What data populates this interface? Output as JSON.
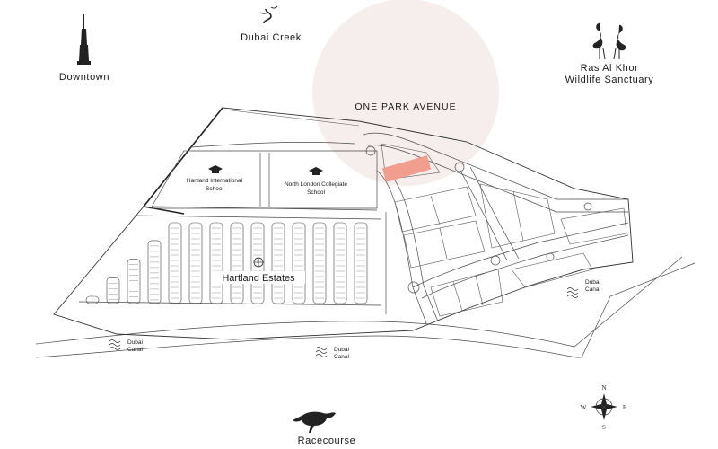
{
  "landmarks": {
    "downtown": "Downtown",
    "dubai_creek": "Dubai Creek",
    "ras_al_khor_line1": "Ras Al Khor",
    "ras_al_khor_line2": "Wildlife Sanctuary",
    "racecourse": "Racecourse"
  },
  "project": {
    "name": "ONE PARK AVENUE",
    "circle_color": "#f6eeec",
    "plot_color": "#f19e8e"
  },
  "schools": {
    "hartland_line1": "Hartland International",
    "hartland_line2": "School",
    "north_london_line1": "North London Collegiate",
    "north_london_line2": "School"
  },
  "district": {
    "name": "Hartland Estates"
  },
  "canal_labels": [
    {
      "line1": "Dubai",
      "line2": "Canal"
    },
    {
      "line1": "Dubai",
      "line2": "Canal"
    },
    {
      "line1": "Dubai",
      "line2": "Canal"
    }
  ],
  "compass": {
    "n": "N",
    "s": "S",
    "e": "E",
    "w": "W"
  },
  "icons": {
    "downtown": "burj-khalifa-icon",
    "dubai_creek": "creek-icon",
    "ras_al_khor": "flamingo-icon",
    "racecourse": "horse-icon",
    "school": "graduation-cap-icon"
  }
}
